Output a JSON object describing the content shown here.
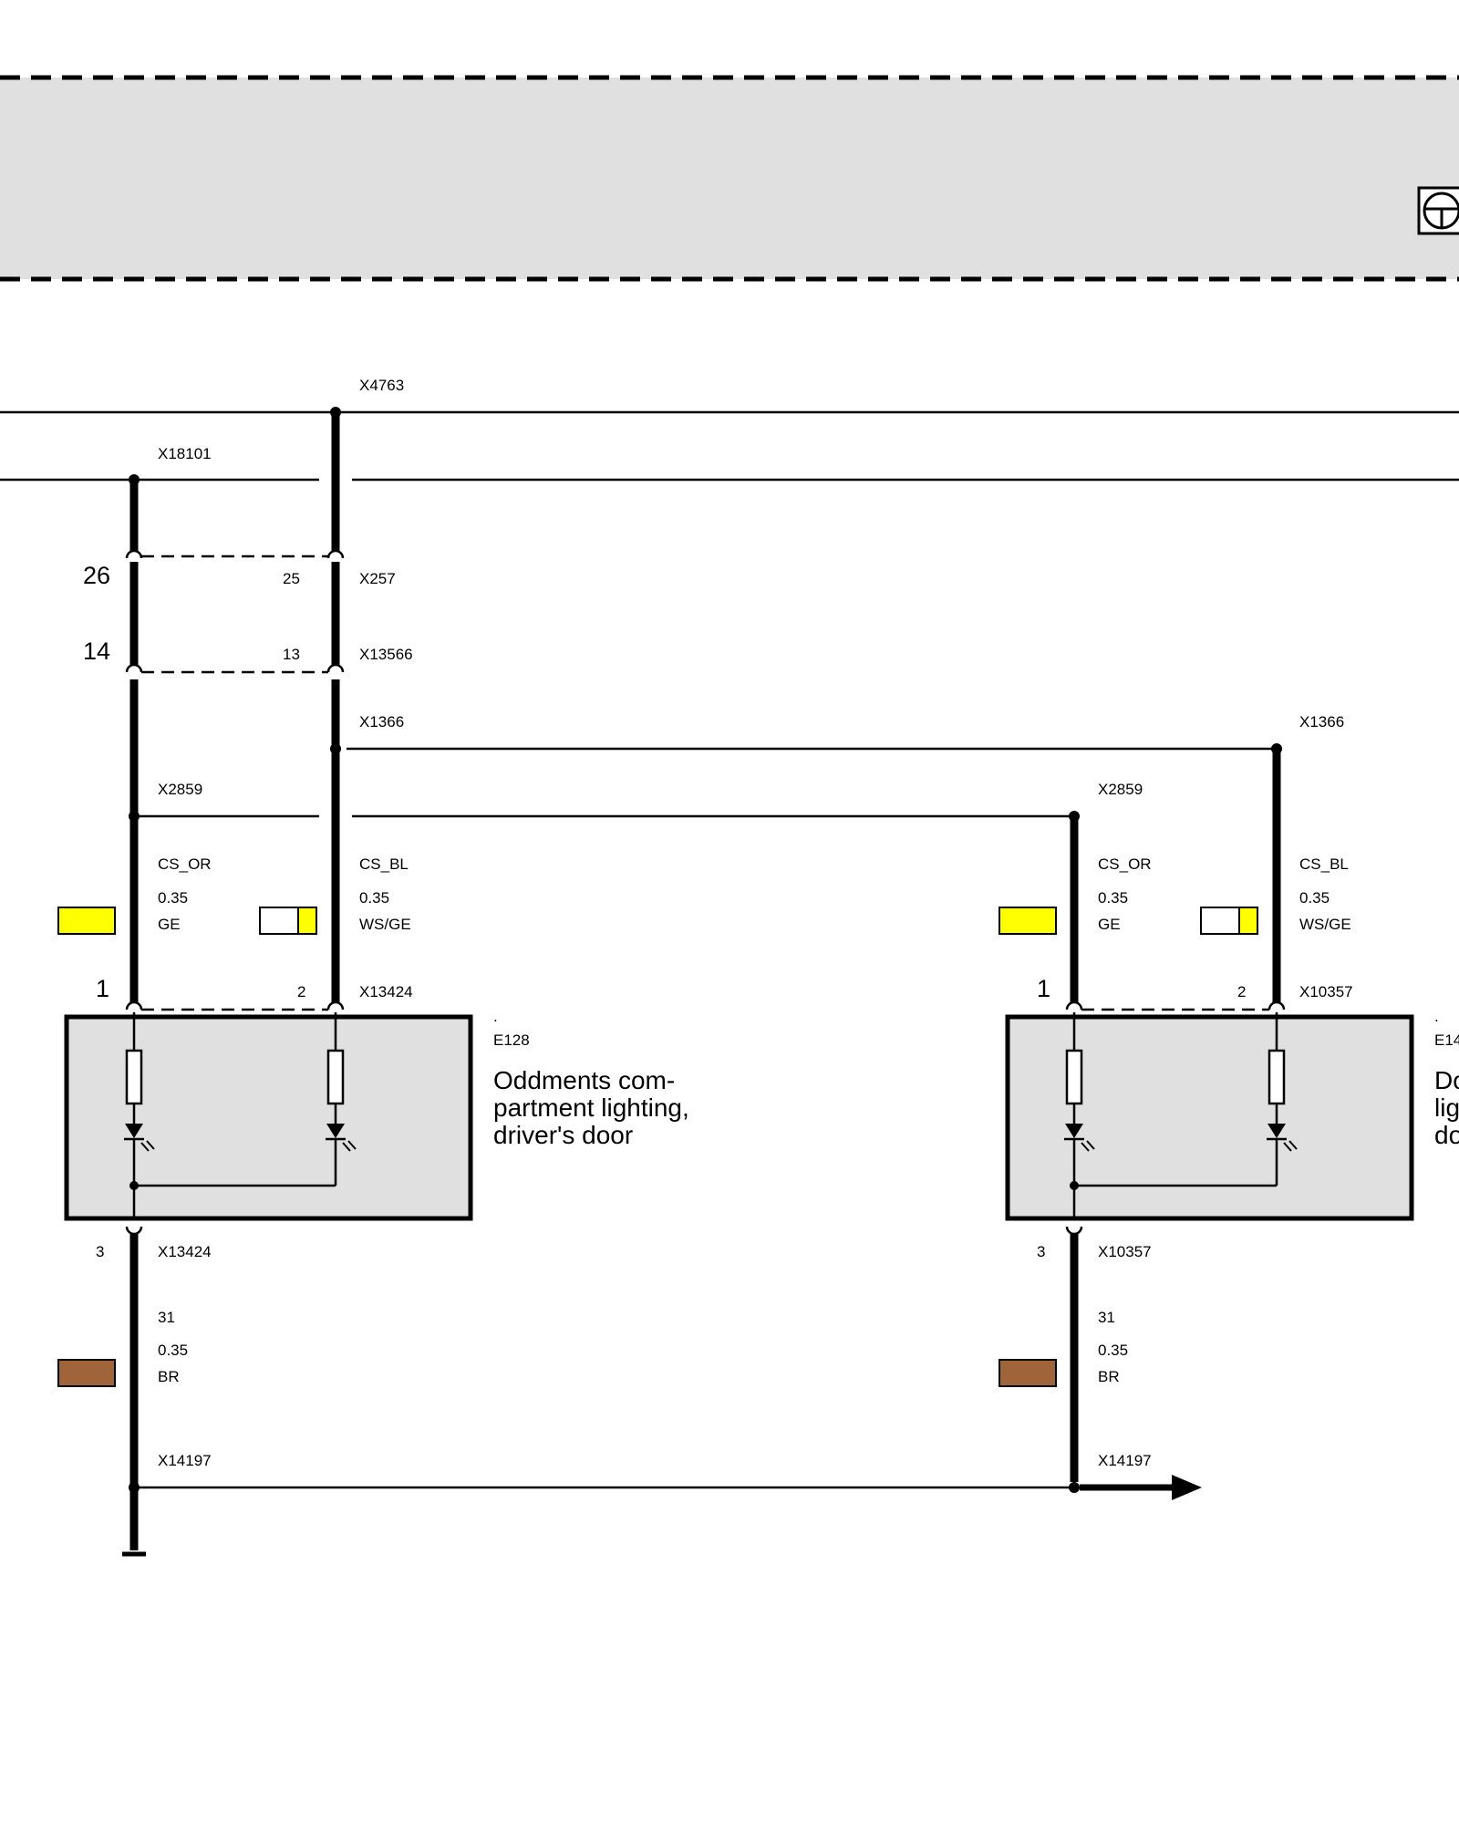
{
  "colors": {
    "GE": "#ffff00",
    "WS": "#ffffff",
    "BR": "#a0643a",
    "module_fill": "#e0e0e0"
  },
  "nodes": {
    "bus_top": "X4763",
    "bus_second": "X18101",
    "conn_upper": "X257",
    "conn_lower": "X13566",
    "splice_left": "X1366",
    "splice_right": "X1366",
    "can_left": "X2859",
    "can_right": "X2859",
    "ground_left": "X14197",
    "ground_right": "X14197"
  },
  "connector_pins": {
    "left_26": "26",
    "left_25": "25",
    "left_14": "14",
    "left_13": "13"
  },
  "wires": {
    "left_a": {
      "signal": "CS_OR",
      "gauge": "0.35",
      "color": "GE"
    },
    "left_b": {
      "signal": "CS_BL",
      "gauge": "0.35",
      "color": "WS/GE"
    },
    "right_a": {
      "signal": "CS_OR",
      "gauge": "0.35",
      "color": "GE"
    },
    "right_b": {
      "signal": "CS_BL",
      "gauge": "0.35",
      "color": "WS/GE"
    },
    "left_gnd": {
      "signal": "31",
      "gauge": "0.35",
      "color": "BR"
    },
    "right_gnd": {
      "signal": "31",
      "gauge": "0.35",
      "color": "BR"
    }
  },
  "components": {
    "left": {
      "dot": ".",
      "id": "E128",
      "connector": "X13424",
      "pin1": "1",
      "pin2": "2",
      "pin3": "3",
      "desc_line1": "Oddments com-",
      "desc_line2": "partment lighting,",
      "desc_line3": "driver's door"
    },
    "right": {
      "dot": ".",
      "id": "E14",
      "connector": "X10357",
      "pin1": "1",
      "pin2": "2",
      "pin3": "3",
      "desc_line1": "Do",
      "desc_line2": "lig",
      "desc_line3": "do"
    }
  },
  "icons": {
    "control_unit": "steering-wheel-icon"
  }
}
